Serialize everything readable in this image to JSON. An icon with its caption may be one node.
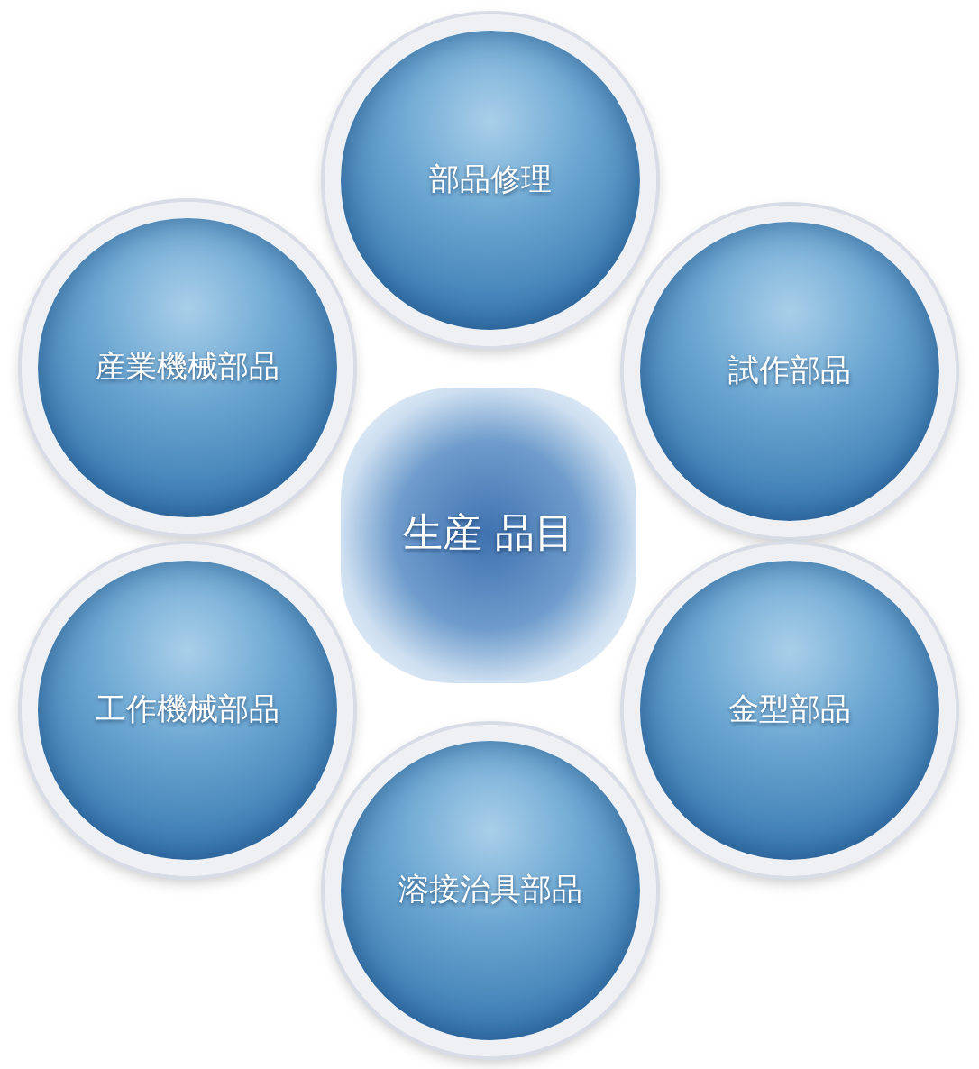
{
  "diagram": {
    "nodes": [
      {
        "text": [
          "部品修理"
        ]
      },
      {
        "text": [
          "産業機械部品"
        ]
      },
      {
        "text": [
          "試作部品"
        ]
      },
      {
        "text": [
          "生産 品目"
        ]
      },
      {
        "text": [
          "工作機械部品"
        ]
      },
      {
        "text": [
          "金型部品"
        ]
      },
      {
        "text": [
          "溶接治具部品"
        ]
      }
    ]
  }
}
